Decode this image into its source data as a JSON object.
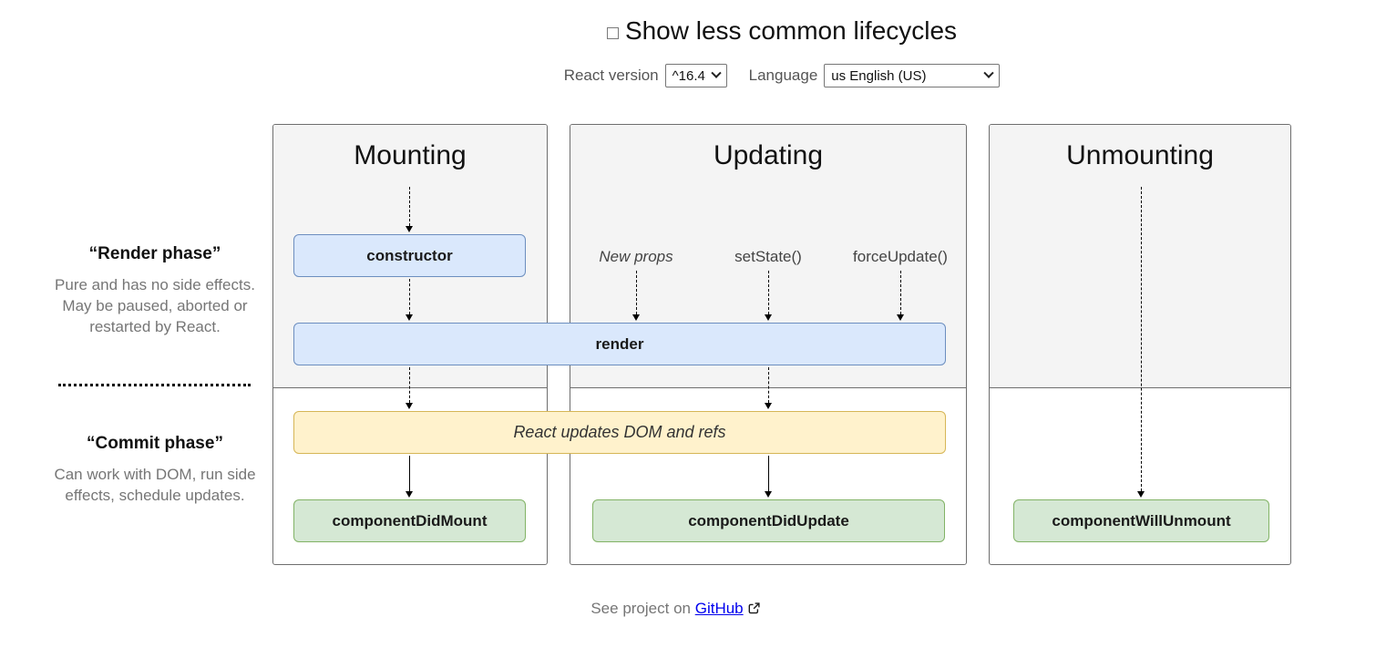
{
  "header": {
    "title": "Show less common lifecycles",
    "checkbox_checked": false,
    "react_version_label": "React version",
    "react_version_value": "^16.4",
    "language_label": "Language",
    "language_value": "us English (US)"
  },
  "phases": {
    "render": {
      "title": "“Render phase”",
      "description": "Pure and has no side effects. May be paused, aborted or restarted by React."
    },
    "commit": {
      "title": "“Commit phase”",
      "description": "Can work with DOM, run side effects, schedule updates."
    }
  },
  "columns": {
    "mounting": {
      "title": "Mounting"
    },
    "updating": {
      "title": "Updating",
      "triggers": [
        "New props",
        "setState()",
        "forceUpdate()"
      ]
    },
    "unmounting": {
      "title": "Unmounting"
    }
  },
  "boxes": {
    "constructor": "constructor",
    "render": "render",
    "dom_update": "React updates DOM and refs",
    "component_did_mount": "componentDidMount",
    "component_did_update": "componentDidUpdate",
    "component_will_unmount": "componentWillUnmount"
  },
  "footer": {
    "text": "See project on",
    "link_label": "GitHub"
  },
  "colors": {
    "lifecycle_box_bg": "#dae8fc",
    "lifecycle_box_border": "#6c8ebf",
    "dom_update_box_bg": "#fff2cc",
    "dom_update_box_border": "#d6b656",
    "commit_box_bg": "#d5e8d4",
    "commit_box_border": "#82b366",
    "render_phase_bg": "#f4f4f4",
    "column_border": "#6e6e6e",
    "link_color": "#0000ee",
    "muted_text": "#767676"
  }
}
